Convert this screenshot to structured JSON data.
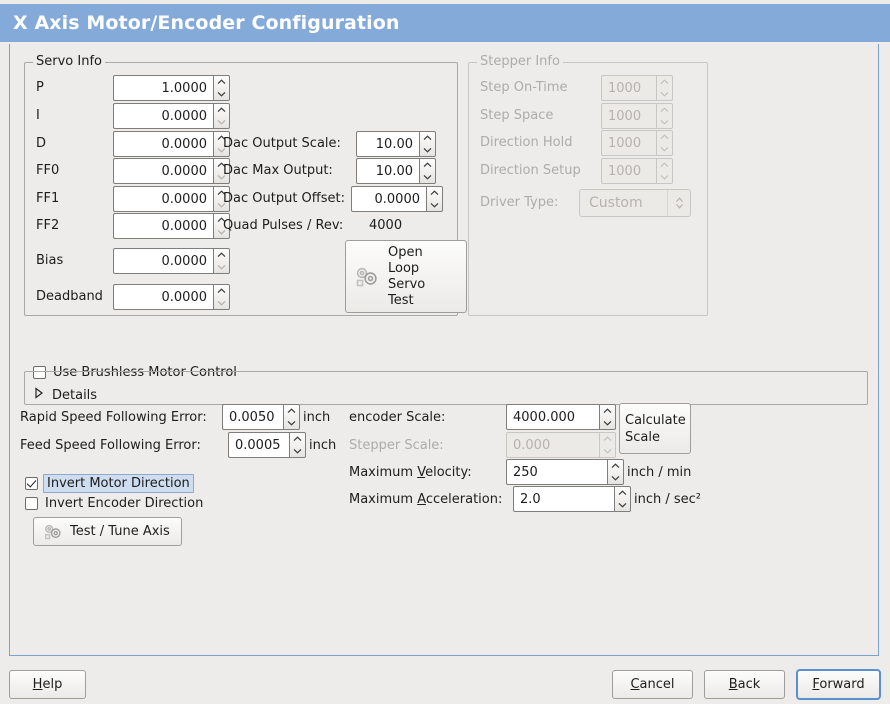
{
  "window": {
    "title": "X Axis Motor/Encoder Configuration",
    "title_bar_color": "#83aad8",
    "background_color": "#edecea",
    "panel_border_color": "#7ba3d2"
  },
  "servo_info": {
    "legend": "Servo Info",
    "enabled": true,
    "fields": [
      {
        "label": "P",
        "value": "1.0000"
      },
      {
        "label": "I",
        "value": "0.0000"
      },
      {
        "label": "D",
        "value": "0.0000"
      },
      {
        "label": "FF0",
        "value": "0.0000"
      },
      {
        "label": "FF1",
        "value": "0.0000"
      },
      {
        "label": "FF2",
        "value": "0.0000"
      },
      {
        "label": "Bias",
        "value": "0.0000"
      },
      {
        "label": "Deadband",
        "value": "0.0000"
      }
    ],
    "dac": [
      {
        "label": "Dac Output Scale:",
        "value": "10.00"
      },
      {
        "label": "Dac Max Output:",
        "value": "10.00"
      },
      {
        "label": "Dac Output Offset:",
        "value": "0.0000"
      }
    ],
    "quad_pulses": {
      "label": "Quad Pulses / Rev:",
      "value": "4000"
    },
    "open_loop_button": {
      "line1": "Open",
      "line2": "Loop",
      "line3": "Servo",
      "line4": "Test",
      "icon": "gears-icon"
    }
  },
  "stepper_info": {
    "legend": "Stepper Info",
    "enabled": false,
    "fields": [
      {
        "label": "Step On-Time",
        "value": "1000"
      },
      {
        "label": "Step Space",
        "value": "1000"
      },
      {
        "label": "Direction Hold",
        "value": "1000"
      },
      {
        "label": "Direction Setup",
        "value": "1000"
      }
    ],
    "driver_type": {
      "label": "Driver Type:",
      "value": "Custom"
    }
  },
  "brushless": {
    "checkbox_label": "Use Brushless Motor Control",
    "checked": false,
    "details_label": "Details",
    "details_expanded": false
  },
  "tuning": {
    "rapid_following_error": {
      "label": "Rapid Speed Following Error:",
      "value": "0.0050",
      "unit": "inch"
    },
    "feed_following_error": {
      "label": "Feed Speed Following Error:",
      "value": "0.0005",
      "unit": "inch"
    },
    "invert_motor": {
      "label": "Invert Motor Direction",
      "checked": true,
      "focused": true
    },
    "invert_encoder": {
      "label": "Invert Encoder Direction",
      "checked": false,
      "focused": false
    },
    "test_tune_button": {
      "label": "Test / Tune Axis",
      "icon": "gears-icon"
    }
  },
  "scales": {
    "encoder_scale": {
      "label": "encoder Scale:",
      "value": "4000.000",
      "enabled": true
    },
    "stepper_scale": {
      "label": "Stepper Scale:",
      "value": "0.000",
      "enabled": false
    },
    "max_velocity": {
      "label_pre": "Maximum ",
      "label_mnemonic": "V",
      "label_post": "elocity:",
      "value": "250",
      "unit": "inch / min"
    },
    "max_accel": {
      "label_pre": "Maximum ",
      "label_mnemonic": "A",
      "label_post": "cceleration:",
      "value": "2.0",
      "unit": "inch / sec²"
    },
    "calculate_button": {
      "line1": "Calculate",
      "line2": "Scale"
    }
  },
  "footer": {
    "help": {
      "mnemonic": "H",
      "rest": "elp"
    },
    "cancel": {
      "mnemonic": "C",
      "rest": "ancel"
    },
    "back": {
      "mnemonic": "B",
      "rest": "ack"
    },
    "forward": {
      "mnemonic": "F",
      "rest": "orward",
      "focused": true
    }
  }
}
